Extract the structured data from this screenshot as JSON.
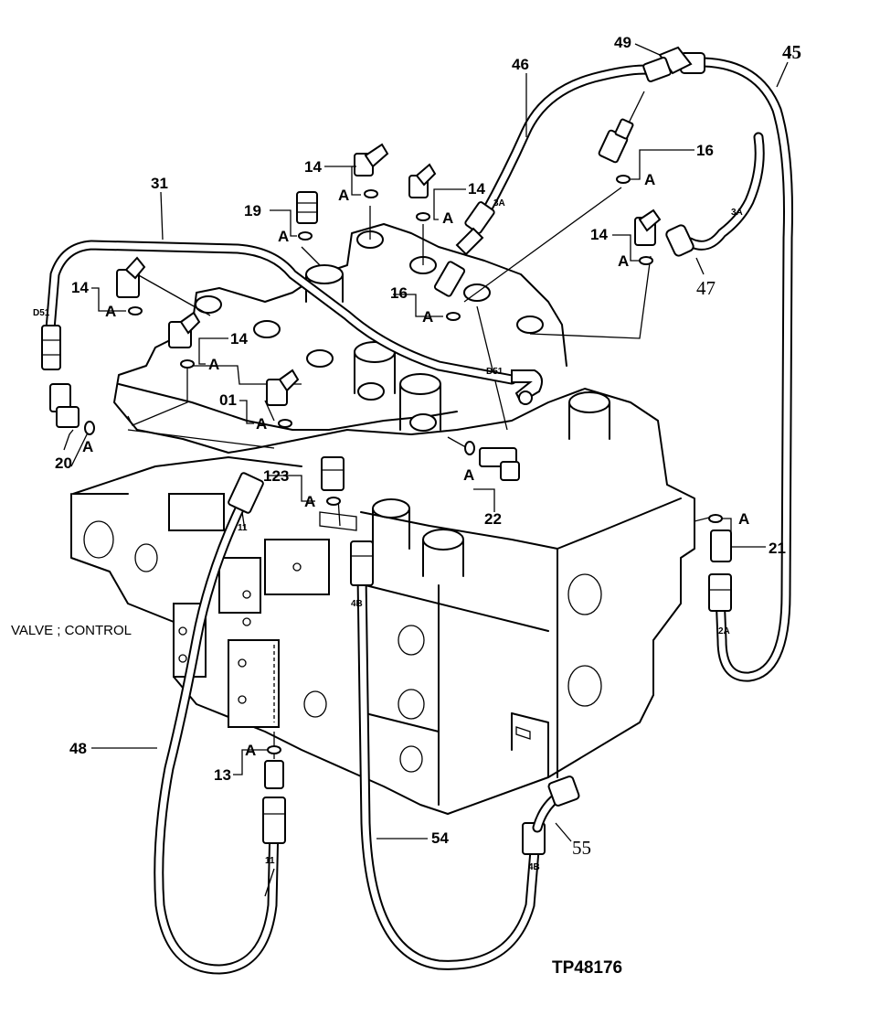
{
  "caption": "VALVE ; CONTROL",
  "reference_code": "TP48176",
  "part_callouts": {
    "p45": "45",
    "p46": "46",
    "p49": "49",
    "p47": "47",
    "p31": "31",
    "p19": "19",
    "p14a": "14",
    "p14b": "14",
    "p14c": "14",
    "p14d": "14",
    "p14e": "14",
    "p16a": "16",
    "p16b": "16",
    "p01": "01",
    "p20": "20",
    "p123": "123",
    "p22": "22",
    "p21": "21",
    "p48": "48",
    "p13": "13",
    "p54": "54",
    "p55": "55"
  },
  "seal_marker": "A",
  "hose_end_tags": {
    "t3a_left": "3A",
    "t3a_right": "3A",
    "td51_left": "D51",
    "td51_right": "D51",
    "t2a": "2A",
    "t4b_top": "4B",
    "t4b_bottom": "4B",
    "t11_top": "11",
    "t11_bottom": "11"
  }
}
